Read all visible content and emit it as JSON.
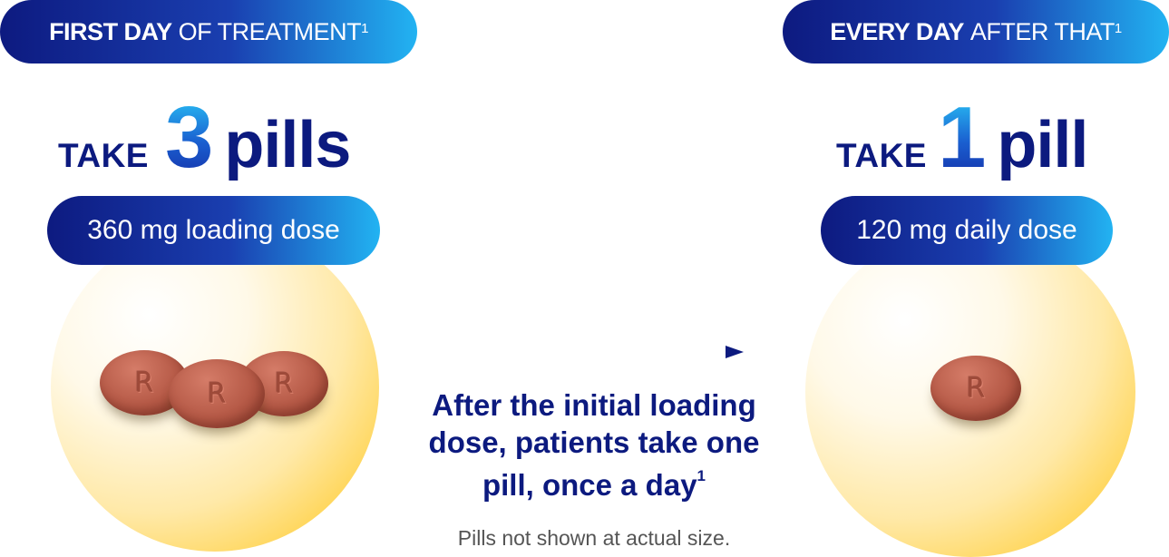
{
  "left": {
    "header_bold": "FIRST DAY",
    "header_light": "OF TREATMENT",
    "header_sup": "1",
    "take_word": "TAKE",
    "take_number": "3",
    "take_unit": "pills",
    "dose_label": "360 mg loading dose",
    "pill_marks": [
      "R",
      "R",
      "R"
    ]
  },
  "right": {
    "header_bold": "EVERY DAY",
    "header_light": "AFTER THAT",
    "header_sup": "1",
    "take_word": "TAKE",
    "take_number": "1",
    "take_unit": "pill",
    "dose_label": "120 mg daily dose",
    "pill_marks": [
      "R"
    ]
  },
  "middle": {
    "text": "After the initial loading dose, patients take one pill, once a day",
    "sup": "1",
    "footnote": "Pills not shown at actual size."
  },
  "colors": {
    "navy": "#0c1a7f",
    "gradient_start": "#0d1a80",
    "gradient_end": "#22b3f2",
    "glow": "#ffc21a",
    "pill": "#b65a47"
  }
}
